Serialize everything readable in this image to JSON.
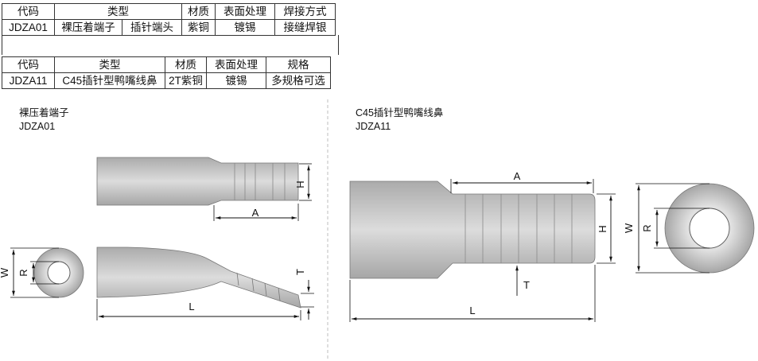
{
  "table1": {
    "headers": [
      "代码",
      "类型",
      "材质",
      "表面处理",
      "焊接方式"
    ],
    "row": [
      "JDZA01",
      "裸压着端子",
      "插针端头",
      "紫铜",
      "镀锡",
      "接缝焊银"
    ]
  },
  "table2": {
    "headers": [
      "代码",
      "类型",
      "材质",
      "表面处理",
      "规格"
    ],
    "row": [
      "JDZA11",
      "C45插针型鸭嘴线鼻",
      "2T紫铜",
      "镀锡",
      "多规格可选"
    ]
  },
  "left_view": {
    "name": "裸压着端子",
    "code": "JDZA01"
  },
  "right_view": {
    "name": "C45插针型鸭嘴线鼻",
    "code": "JDZA11"
  },
  "dims": {
    "A": "A",
    "H": "H",
    "W": "W",
    "R": "R",
    "L": "L",
    "T": "T"
  }
}
